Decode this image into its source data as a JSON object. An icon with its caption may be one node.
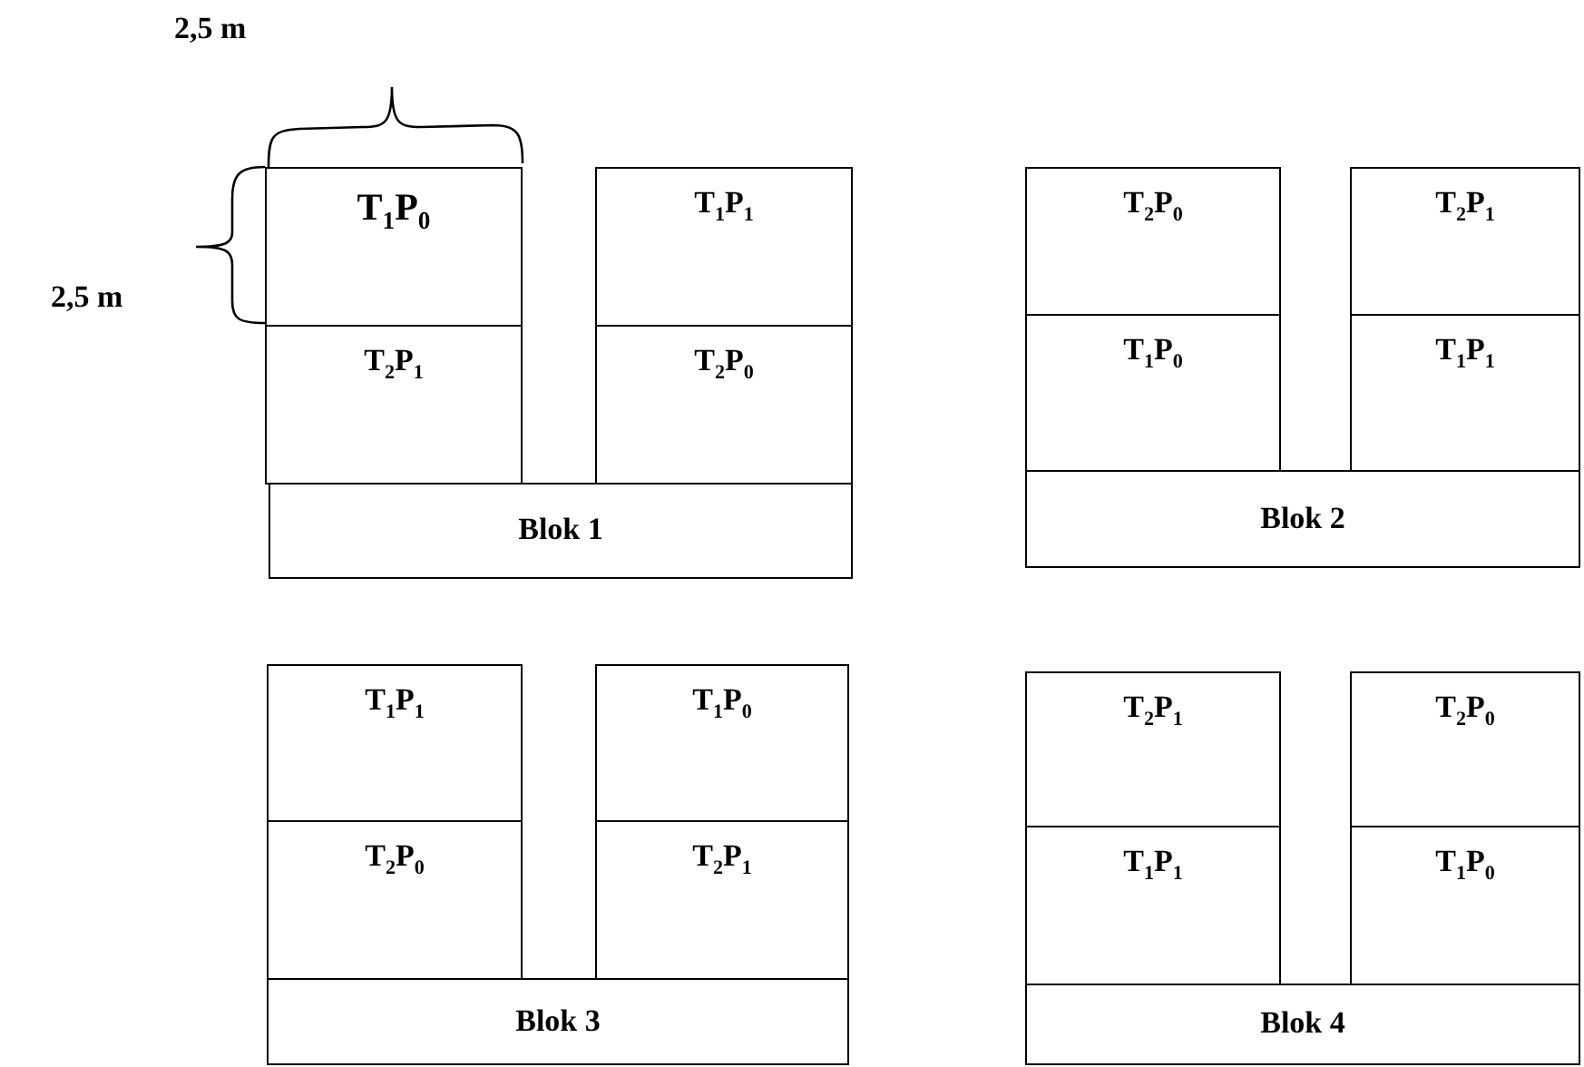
{
  "diagram": {
    "nodes": [
      {
        "text": [
          "T$_{1}$P$_{0}$"
        ]
      },
      {
        "text": [
          "T$_{1}$P$_{1}$"
        ]
      },
      {
        "text": [
          "T$_{2}$P$_{1}$"
        ]
      },
      {
        "text": [
          "T$_{2}$P$_{0}$"
        ]
      },
      {
        "text": [
          "Blok 1"
        ]
      },
      {
        "text": [
          "T$_{2}$P$_{0}$"
        ]
      },
      {
        "text": [
          "T$_{2}$P$_{1}$"
        ]
      },
      {
        "text": [
          "T$_{1}$P$_{0}$"
        ]
      },
      {
        "text": [
          "T$_{1}$P$_{1}$"
        ]
      },
      {
        "text": [
          "Blok 2"
        ]
      },
      {
        "text": [
          "T$_{1}$P$_{1}$"
        ]
      },
      {
        "text": [
          "T$_{1}$P$_{0}$"
        ]
      },
      {
        "text": [
          "T$_{2}$P$_{0}$"
        ]
      },
      {
        "text": [
          "T$_{2}$P$_{1}$"
        ]
      },
      {
        "text": [
          "Blok 3"
        ]
      },
      {
        "text": [
          "T$_{2}$P$_{1}$"
        ]
      },
      {
        "text": [
          "T$_{2}$P$_{0}$"
        ]
      },
      {
        "text": [
          "T$_{1}$P$_{1}$"
        ]
      },
      {
        "text": [
          "T$_{1}$P$_{0}$"
        ]
      },
      {
        "text": [
          "Blok 4"
        ]
      }
    ],
    "labels": [
      "2,5 m",
      "2,5 m"
    ]
  }
}
